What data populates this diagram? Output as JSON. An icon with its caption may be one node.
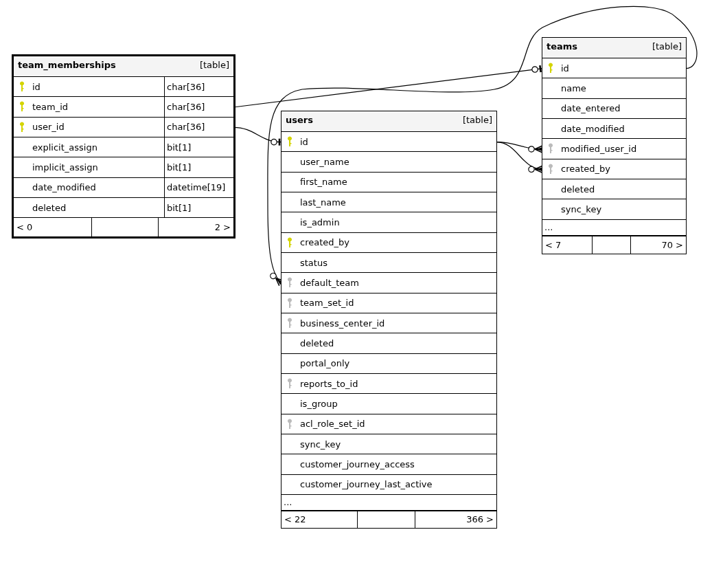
{
  "diagram": {
    "nodes": [
      {
        "text": [
          "team_memberships",
          "[table]"
        ]
      },
      {
        "text": [
          "id",
          "char[36]"
        ],
        "in": 0
      },
      {
        "text": [
          "team_id",
          "char[36]"
        ],
        "in": 0
      },
      {
        "text": [
          "user_id",
          "char[36]"
        ],
        "in": 0
      },
      {
        "text": [
          "explicit_assign",
          "bit[1]"
        ],
        "in": 0
      },
      {
        "text": [
          "implicit_assign",
          "bit[1]"
        ],
        "in": 0
      },
      {
        "text": [
          "date_modified",
          "datetime[19]"
        ],
        "in": 0
      },
      {
        "text": [
          "deleted",
          "bit[1]"
        ],
        "in": 0
      },
      {
        "text": [
          "< 0",
          "2 >"
        ],
        "in": 0
      },
      {
        "text": [
          "users",
          "[table]"
        ]
      },
      {
        "text": [
          "id"
        ],
        "in": 9
      },
      {
        "text": [
          "user_name"
        ],
        "in": 9
      },
      {
        "text": [
          "first_name"
        ],
        "in": 9
      },
      {
        "text": [
          "last_name"
        ],
        "in": 9
      },
      {
        "text": [
          "is_admin"
        ],
        "in": 9
      },
      {
        "text": [
          "created_by"
        ],
        "in": 9
      },
      {
        "text": [
          "status"
        ],
        "in": 9
      },
      {
        "text": [
          "default_team"
        ],
        "in": 9
      },
      {
        "text": [
          "team_set_id"
        ],
        "in": 9
      },
      {
        "text": [
          "business_center_id"
        ],
        "in": 9
      },
      {
        "text": [
          "deleted"
        ],
        "in": 9
      },
      {
        "text": [
          "portal_only"
        ],
        "in": 9
      },
      {
        "text": [
          "reports_to_id"
        ],
        "in": 9
      },
      {
        "text": [
          "is_group"
        ],
        "in": 9
      },
      {
        "text": [
          "acl_role_set_id"
        ],
        "in": 9
      },
      {
        "text": [
          "sync_key"
        ],
        "in": 9
      },
      {
        "text": [
          "customer_journey_access"
        ],
        "in": 9
      },
      {
        "text": [
          "customer_journey_last_active"
        ],
        "in": 9
      },
      {
        "text": [
          "..."
        ],
        "in": 9
      },
      {
        "text": [
          "< 22",
          "366 >"
        ],
        "in": 9
      },
      {
        "text": [
          "teams",
          "[table]"
        ]
      },
      {
        "text": [
          "id"
        ],
        "in": 30
      },
      {
        "text": [
          "name"
        ],
        "in": 30
      },
      {
        "text": [
          "date_entered"
        ],
        "in": 30
      },
      {
        "text": [
          "date_modified"
        ],
        "in": 30
      },
      {
        "text": [
          "modified_user_id"
        ],
        "in": 30
      },
      {
        "text": [
          "created_by"
        ],
        "in": 30
      },
      {
        "text": [
          "deleted"
        ],
        "in": 30
      },
      {
        "text": [
          "sync_key"
        ],
        "in": 30
      },
      {
        "text": [
          "..."
        ],
        "in": 30
      },
      {
        "text": [
          "< 7",
          "70 >"
        ],
        "in": 30
      }
    ],
    "edges": [
      {
        "from": 2,
        "to": 31,
        "arrow": "other"
      },
      {
        "from": 3,
        "to": 10,
        "arrow": "other"
      },
      {
        "from": 31,
        "to": 17,
        "arrow": "other"
      },
      {
        "from": 10,
        "to": 35,
        "arrow": "other"
      },
      {
        "from": 10,
        "to": 36,
        "arrow": "other"
      }
    ]
  }
}
